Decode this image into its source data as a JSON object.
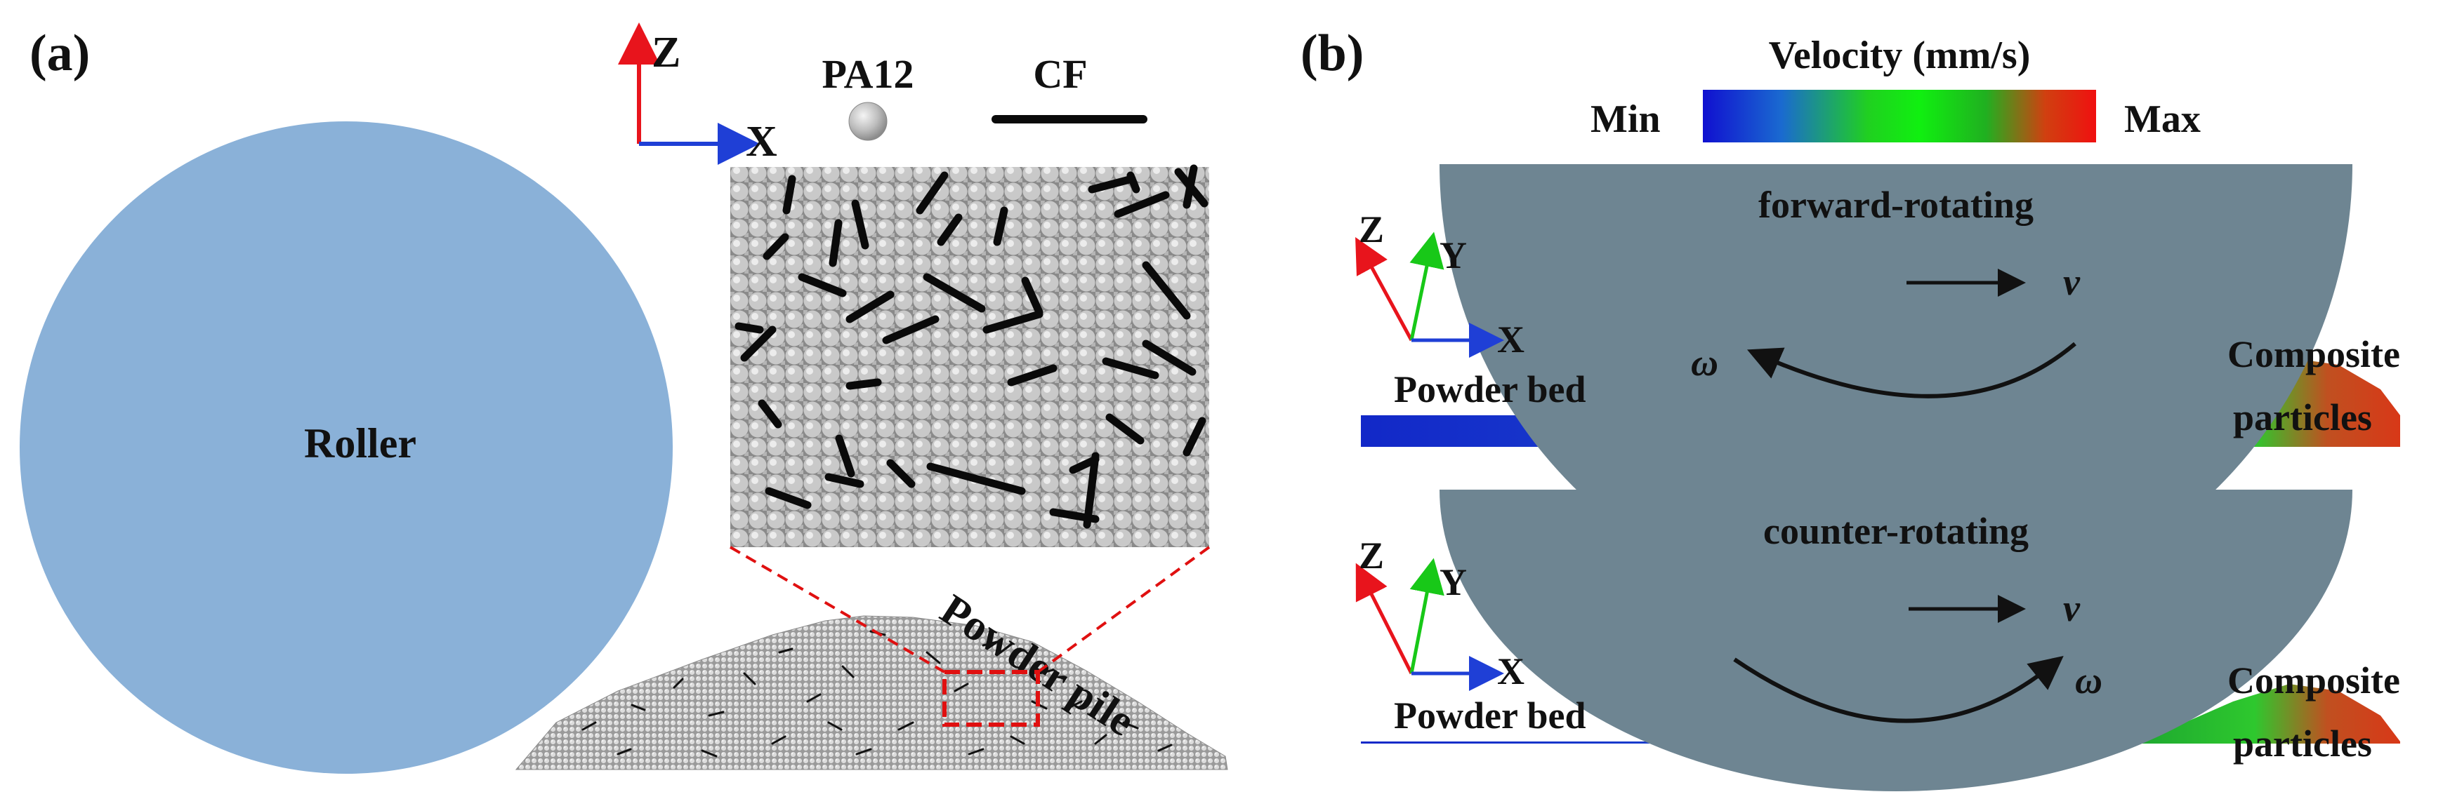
{
  "panel_a": {
    "label": "(a)",
    "roller_label": "Roller",
    "axis_z": "Z",
    "axis_x": "X",
    "legend_pa12": "PA12",
    "legend_cf": "CF",
    "pile_label": "Powder pile",
    "colors": {
      "roller": "#8ab1d8",
      "axis_z": "#e8141c",
      "axis_x": "#1f3fd6",
      "zoom_box": "#e01010"
    }
  },
  "panel_b": {
    "label": "(b)",
    "colorbar_title": "Velocity (mm/s)",
    "colorbar_min": "Min",
    "colorbar_max": "Max",
    "colorbar_colors": [
      "#1010d0",
      "#1a6ad0",
      "#20d020",
      "#10f010",
      "#20b020",
      "#d04010",
      "#f01010"
    ],
    "roller_color": "#6e8592",
    "top": {
      "title": "forward-rotating",
      "axis_z": "Z",
      "axis_y": "Y",
      "axis_x": "X",
      "v_label": "v",
      "omega_label": "ω",
      "bed_label": "Powder bed",
      "composite_label_1": "Composite",
      "composite_label_2": "particles"
    },
    "bottom": {
      "title": "counter-rotating",
      "axis_z": "Z",
      "axis_y": "Y",
      "axis_x": "X",
      "v_label": "v",
      "omega_label": "ω",
      "bed_label": "Powder bed",
      "composite_label_1": "Composite",
      "composite_label_2": "particles"
    }
  }
}
